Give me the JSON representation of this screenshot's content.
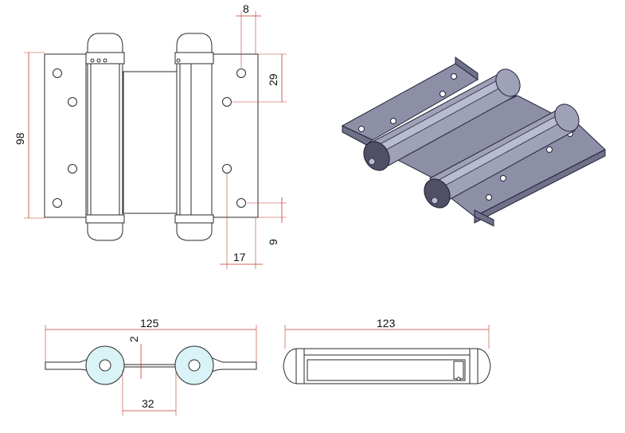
{
  "dimensions": {
    "top_width": "8",
    "height_total": "98",
    "top_hole_offset": "29",
    "bottom_hole_offset": "9",
    "hole_spacing": "17",
    "plan_width": "125",
    "thickness": "2",
    "pin_spacing": "32",
    "side_length": "123"
  },
  "colors": {
    "dimension_line": "#c0392b",
    "outline": "#2a2a2a",
    "iso_body": "#8d8fa6",
    "iso_cap": "#4f5066"
  }
}
